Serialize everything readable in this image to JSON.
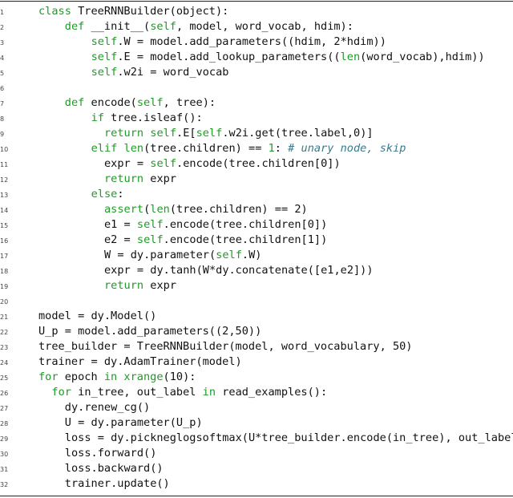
{
  "code": {
    "lines": [
      {
        "n": "1",
        "indent": 0,
        "segs": [
          {
            "t": "kw",
            "s": "class"
          },
          {
            "t": "",
            "s": " TreeRNNBuilder(object):"
          }
        ]
      },
      {
        "n": "2",
        "indent": 4,
        "segs": [
          {
            "t": "kw",
            "s": "def"
          },
          {
            "t": "",
            "s": " __init__("
          },
          {
            "t": "kw",
            "s": "self"
          },
          {
            "t": "",
            "s": ", model, word_vocab, hdim):"
          }
        ]
      },
      {
        "n": "3",
        "indent": 8,
        "segs": [
          {
            "t": "kw",
            "s": "self"
          },
          {
            "t": "",
            "s": ".W = model.add_parameters((hdim, 2*hdim))"
          }
        ]
      },
      {
        "n": "4",
        "indent": 8,
        "segs": [
          {
            "t": "kw",
            "s": "self"
          },
          {
            "t": "",
            "s": ".E = model.add_lookup_parameters(("
          },
          {
            "t": "kw",
            "s": "len"
          },
          {
            "t": "",
            "s": "(word_vocab),hdim))"
          }
        ]
      },
      {
        "n": "5",
        "indent": 8,
        "segs": [
          {
            "t": "kw",
            "s": "self"
          },
          {
            "t": "",
            "s": ".w2i = word_vocab"
          }
        ]
      },
      {
        "n": "6",
        "indent": 0,
        "segs": []
      },
      {
        "n": "7",
        "indent": 4,
        "segs": [
          {
            "t": "kw",
            "s": "def"
          },
          {
            "t": "",
            "s": " encode("
          },
          {
            "t": "kw",
            "s": "self"
          },
          {
            "t": "",
            "s": ", tree):"
          }
        ]
      },
      {
        "n": "8",
        "indent": 8,
        "segs": [
          {
            "t": "kw",
            "s": "if"
          },
          {
            "t": "",
            "s": " tree.isleaf():"
          }
        ]
      },
      {
        "n": "9",
        "indent": 10,
        "segs": [
          {
            "t": "kw",
            "s": "return self"
          },
          {
            "t": "",
            "s": ".E["
          },
          {
            "t": "kw",
            "s": "self"
          },
          {
            "t": "",
            "s": ".w2i.get(tree.label,0)]"
          }
        ]
      },
      {
        "n": "10",
        "indent": 8,
        "segs": [
          {
            "t": "kw",
            "s": "elif len"
          },
          {
            "t": "",
            "s": "(tree.children) == "
          },
          {
            "t": "num",
            "s": "1"
          },
          {
            "t": "",
            "s": ": "
          },
          {
            "t": "cm",
            "s": "# unary node, skip"
          }
        ]
      },
      {
        "n": "11",
        "indent": 10,
        "segs": [
          {
            "t": "",
            "s": "expr = "
          },
          {
            "t": "kw",
            "s": "self"
          },
          {
            "t": "",
            "s": ".encode(tree.children[0])"
          }
        ]
      },
      {
        "n": "12",
        "indent": 10,
        "segs": [
          {
            "t": "kw",
            "s": "return"
          },
          {
            "t": "",
            "s": " expr"
          }
        ]
      },
      {
        "n": "13",
        "indent": 8,
        "segs": [
          {
            "t": "kw",
            "s": "else"
          },
          {
            "t": "",
            "s": ":"
          }
        ]
      },
      {
        "n": "14",
        "indent": 10,
        "segs": [
          {
            "t": "kw",
            "s": "assert"
          },
          {
            "t": "",
            "s": "("
          },
          {
            "t": "kw",
            "s": "len"
          },
          {
            "t": "",
            "s": "(tree.children) == 2)"
          }
        ]
      },
      {
        "n": "15",
        "indent": 10,
        "segs": [
          {
            "t": "",
            "s": "e1 = "
          },
          {
            "t": "kw",
            "s": "self"
          },
          {
            "t": "",
            "s": ".encode(tree.children[0])"
          }
        ]
      },
      {
        "n": "16",
        "indent": 10,
        "segs": [
          {
            "t": "",
            "s": "e2 = "
          },
          {
            "t": "kw",
            "s": "self"
          },
          {
            "t": "",
            "s": ".encode(tree.children[1])"
          }
        ]
      },
      {
        "n": "17",
        "indent": 10,
        "segs": [
          {
            "t": "",
            "s": "W = dy.parameter("
          },
          {
            "t": "kw",
            "s": "self"
          },
          {
            "t": "",
            "s": ".W)"
          }
        ]
      },
      {
        "n": "18",
        "indent": 10,
        "segs": [
          {
            "t": "",
            "s": "expr = dy.tanh(W*dy.concatenate([e1,e2]))"
          }
        ]
      },
      {
        "n": "19",
        "indent": 10,
        "segs": [
          {
            "t": "kw",
            "s": "return"
          },
          {
            "t": "",
            "s": " expr"
          }
        ]
      },
      {
        "n": "20",
        "indent": 0,
        "segs": []
      },
      {
        "n": "21",
        "indent": 0,
        "segs": [
          {
            "t": "",
            "s": "model = dy.Model()"
          }
        ]
      },
      {
        "n": "22",
        "indent": 0,
        "segs": [
          {
            "t": "",
            "s": "U_p = model.add_parameters((2,50))"
          }
        ]
      },
      {
        "n": "23",
        "indent": 0,
        "segs": [
          {
            "t": "",
            "s": "tree_builder = TreeRNNBuilder(model, word_vocabulary, 50)"
          }
        ]
      },
      {
        "n": "24",
        "indent": 0,
        "segs": [
          {
            "t": "",
            "s": "trainer = dy.AdamTrainer(model)"
          }
        ]
      },
      {
        "n": "25",
        "indent": 0,
        "segs": [
          {
            "t": "kw",
            "s": "for"
          },
          {
            "t": "",
            "s": " epoch "
          },
          {
            "t": "kw",
            "s": "in xrange"
          },
          {
            "t": "",
            "s": "(10):"
          }
        ]
      },
      {
        "n": "26",
        "indent": 2,
        "segs": [
          {
            "t": "kw",
            "s": "for"
          },
          {
            "t": "",
            "s": " in_tree, out_label "
          },
          {
            "t": "kw",
            "s": "in"
          },
          {
            "t": "",
            "s": " read_examples():"
          }
        ]
      },
      {
        "n": "27",
        "indent": 4,
        "segs": [
          {
            "t": "",
            "s": "dy.renew_cg()"
          }
        ]
      },
      {
        "n": "28",
        "indent": 4,
        "segs": [
          {
            "t": "",
            "s": "U = dy.parameter(U_p)"
          }
        ]
      },
      {
        "n": "29",
        "indent": 4,
        "segs": [
          {
            "t": "",
            "s": "loss = dy.pickneglogsoftmax(U*tree_builder.encode(in_tree), out_label)"
          }
        ]
      },
      {
        "n": "30",
        "indent": 4,
        "segs": [
          {
            "t": "",
            "s": "loss.forward()"
          }
        ]
      },
      {
        "n": "31",
        "indent": 4,
        "segs": [
          {
            "t": "",
            "s": "loss.backward()"
          }
        ]
      },
      {
        "n": "32",
        "indent": 4,
        "segs": [
          {
            "t": "",
            "s": "trainer.update()"
          }
        ]
      }
    ]
  }
}
